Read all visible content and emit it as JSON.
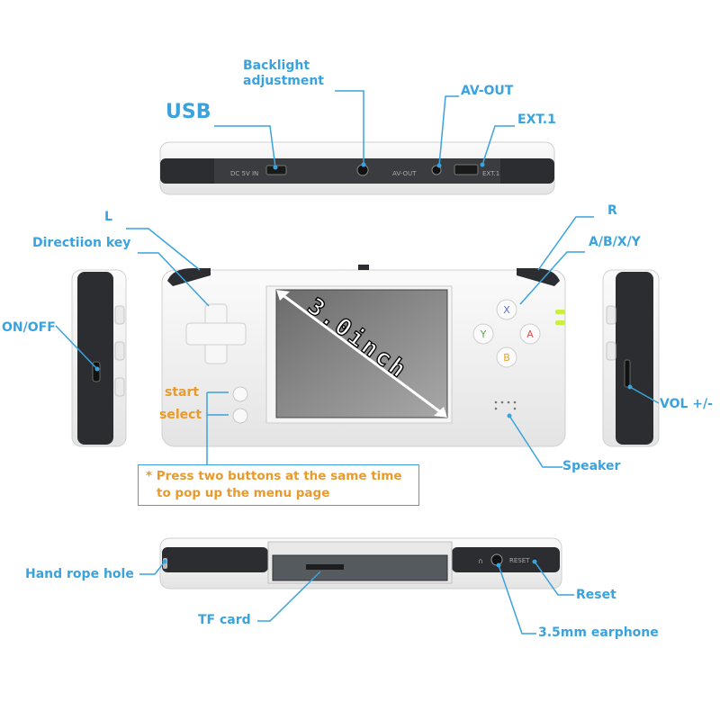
{
  "labels": {
    "usb": "USB",
    "backlight": "Backlight\nadjustment",
    "av_out": "AV-OUT",
    "ext1": "EXT.1",
    "l": "L",
    "r": "R",
    "direction_key": "Directiion key",
    "abxy": "A/B/X/Y",
    "on_off": "ON/OFF",
    "vol": "VOL +/-",
    "start": "start",
    "select": "select",
    "speaker": "Speaker",
    "hand_rope_hole": "Hand rope hole",
    "tf_card": "TF card",
    "reset": "Reset",
    "earphone": "3.5mm earphone"
  },
  "note": {
    "line1": "* Press two buttons at the same time",
    "line2": "to pop up the menu page"
  },
  "screen_size": "3.0inch",
  "device_prints": {
    "dc_in": "DC 5V IN",
    "av_out": "AV-OUT",
    "ext": "EXT.1",
    "reset": "RESET"
  },
  "face_buttons": {
    "x": "X",
    "y": "Y",
    "a": "A",
    "b": "B"
  },
  "colors": {
    "label_blue": "#3aa3de",
    "label_orange": "#e99a2b",
    "body_white": "#f3f3f3",
    "body_dark": "#2b2d31",
    "btn_x": "#5c6fbf",
    "btn_y": "#5da34a",
    "btn_a": "#d9534f",
    "btn_b": "#e7a32c",
    "led_green": "#c8f03c"
  }
}
